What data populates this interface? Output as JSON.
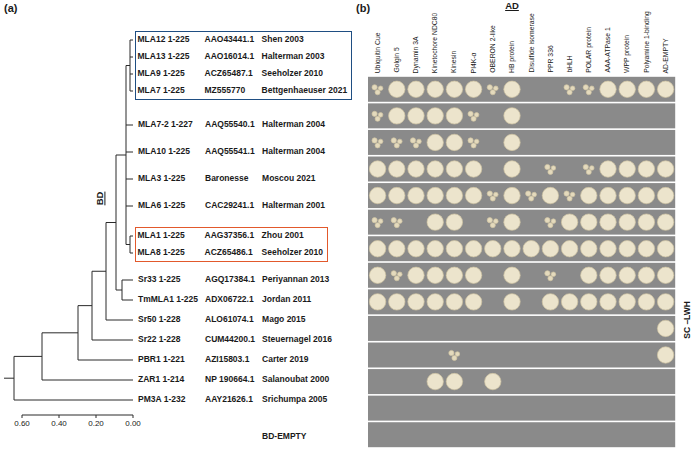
{
  "diagram": {
    "nodes": [
      {
        "text": [
          "MLA12 1-225",
          "AAO43441.1",
          "Shen 2003",
          "MLA13 1-225",
          "AAO16014.1",
          "Halterman 2003",
          "MLA9 1-225",
          "ACZ65487.1",
          "Seeholzer 2010",
          "MLA7 1-225",
          "MZ555770",
          "Bettgenhaeuser 2021"
        ]
      },
      {
        "text": [
          "MLA1 1-225",
          "AAG37356.1",
          "Zhou 2001",
          "MLA8 1-225",
          "ACZ65486.1",
          "Seeholzer 2010"
        ]
      }
    ],
    "labels": [
      "(a)",
      "(b)",
      "BD",
      "AD",
      "MLA7-2 1-227",
      "AAQ55540.1",
      "Halterman 2004",
      "MLA10 1-225",
      "AAQ55541.1",
      "Halterman 2004",
      "MLA3 1-225",
      "Baronesse",
      "Moscou 2021",
      "MLA6 1-225",
      "CAC29241.1",
      "Halterman 2001",
      "Sr33 1-225",
      "AGQ17384.1",
      "Periyannan 2013",
      "TmMLA1 1-225",
      "ADX06722.1",
      "Jordan 2011",
      "Sr50 1-228",
      "ALO61074.1",
      "Mago 2015",
      "Sr22 1-228",
      "CUM44200.1",
      "Steuernagel 2016",
      "PBR1 1-221",
      "AZI15803.1",
      "Carter 2019",
      "ZAR1 1-214",
      "NP 190664.1",
      "Salanoubat 2000",
      "PM3A 1-232",
      "AAY21626.1",
      "Srichumpa 2005",
      "BD-EMPTY",
      "0.60",
      "0.40",
      "0.20",
      "0.00",
      "Ubiquitin Cue",
      "Golgin 5",
      "Dynamin 3A",
      "Kinetochore NDC80",
      "Kinesin",
      "PI4K-α",
      "OBERON 2-like",
      "HB protein",
      "Disulfide isomerase",
      "PPR 336",
      "bHLH",
      "POLAR protein",
      "AAA-ATPase 1",
      "WPP protein",
      "Polyamine 1-binding",
      "AD-EMPTY",
      "SC –LWH"
    ]
  }
}
